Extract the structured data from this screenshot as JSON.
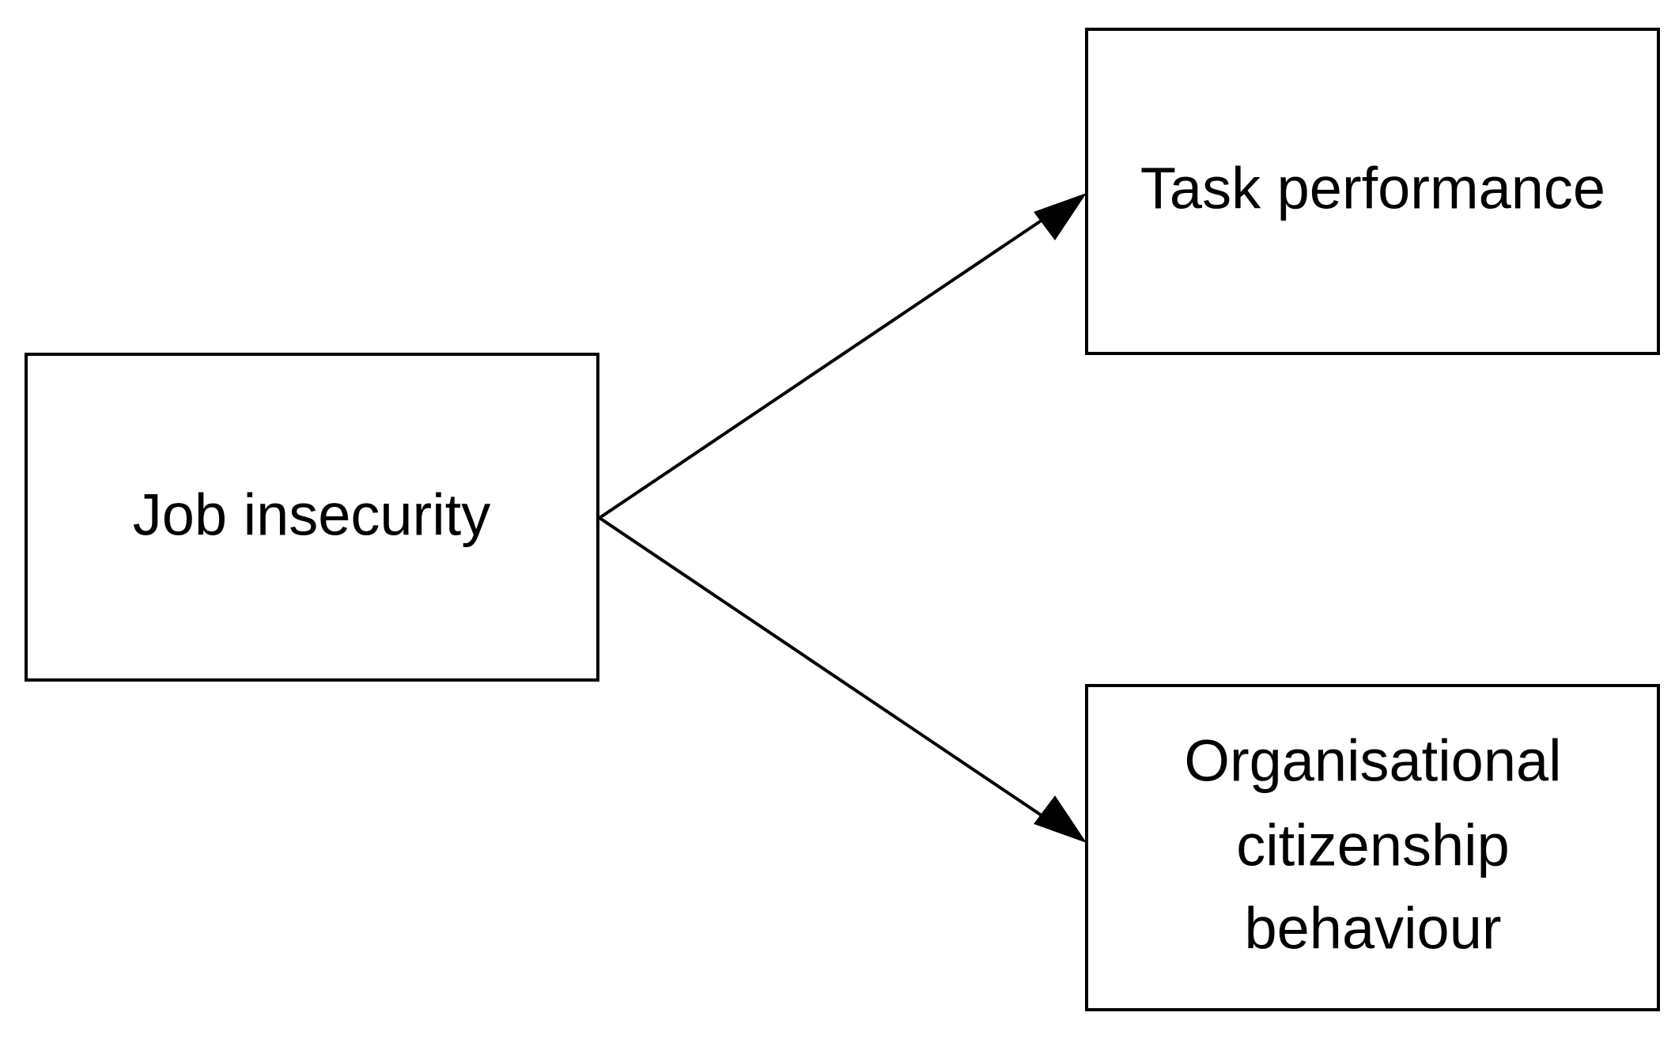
{
  "nodes": {
    "job_insecurity": {
      "label_lines": [
        "Job insecurity"
      ]
    },
    "task_performance": {
      "label_lines": [
        "Task performance"
      ]
    },
    "ocb": {
      "label_lines": [
        "Organisational",
        "citizenship",
        "behaviour"
      ]
    }
  },
  "edges": [
    {
      "from": "Job insecurity",
      "to": "Task performance",
      "arrow": "head-at-target"
    },
    {
      "from": "Job insecurity",
      "to": "Organisational citizenship behaviour",
      "arrow": "head-at-target"
    }
  ],
  "colors": {
    "stroke": "#000000",
    "background": "#ffffff"
  }
}
